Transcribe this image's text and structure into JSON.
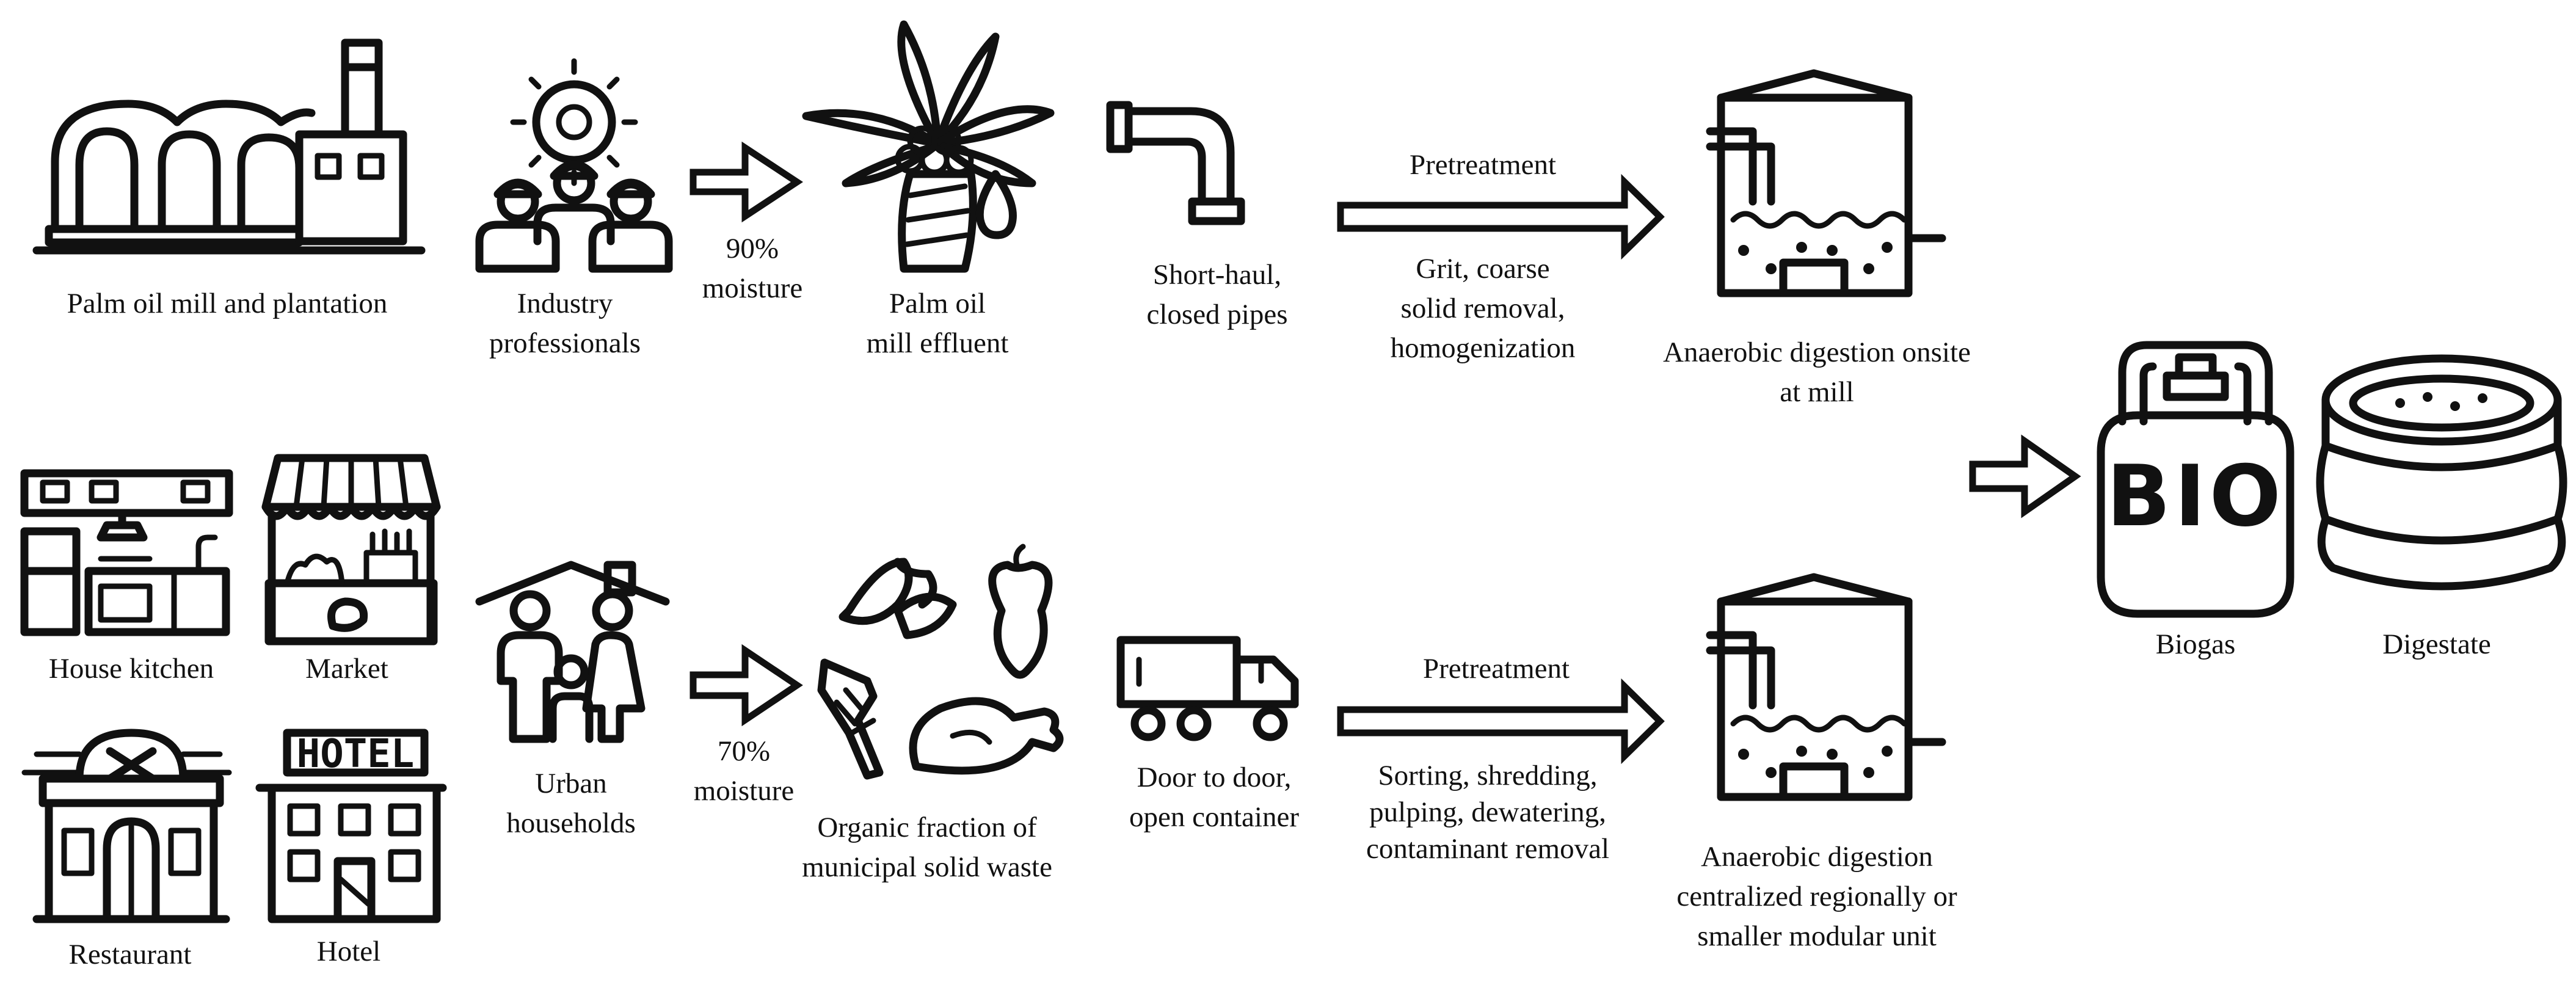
{
  "colors": {
    "ink": "#111111",
    "background": "#ffffff"
  },
  "top_row": {
    "source_label": "Palm oil mill and plantation",
    "workers_label": [
      "Industry",
      "professionals"
    ],
    "moisture": [
      "90%",
      "moisture"
    ],
    "feedstock_label": [
      "Palm oil",
      "mill effluent"
    ],
    "transport_label": [
      "Short-haul,",
      "closed pipes"
    ],
    "pretreatment_title": "Pretreatment",
    "pretreatment_steps": [
      "Grit, coarse",
      "solid removal,",
      "homogenization"
    ],
    "digester_label": [
      "Anaerobic digestion onsite",
      "at mill"
    ]
  },
  "bottom_row": {
    "sources": [
      "House kitchen",
      "Market",
      "Restaurant",
      "Hotel"
    ],
    "hotel_sign": "HOTEL",
    "households_label": [
      "Urban",
      "households"
    ],
    "moisture": [
      "70%",
      "moisture"
    ],
    "feedstock_label": [
      "Organic fraction of",
      "municipal solid waste"
    ],
    "transport_label": [
      "Door to door,",
      "open container"
    ],
    "pretreatment_title": "Pretreatment",
    "pretreatment_steps": [
      "Sorting, shredding,",
      "pulping, dewatering,",
      "contaminant removal"
    ],
    "digester_label": [
      "Anaerobic digestion",
      "centralized regionally or",
      "smaller modular unit"
    ]
  },
  "outputs": {
    "biogas_tank_text": "BIO",
    "biogas_label": "Biogas",
    "digestate_label": "Digestate"
  },
  "icons": [
    "factory-icon",
    "workers-gear-icon",
    "palm-tree-icon",
    "pipe-elbow-icon",
    "digester-tank-icon",
    "kitchen-icon",
    "market-stall-icon",
    "restaurant-icon",
    "hotel-icon",
    "family-house-icon",
    "food-waste-icon",
    "truck-icon",
    "gas-cylinder-icon",
    "digestate-barrel-icon"
  ]
}
